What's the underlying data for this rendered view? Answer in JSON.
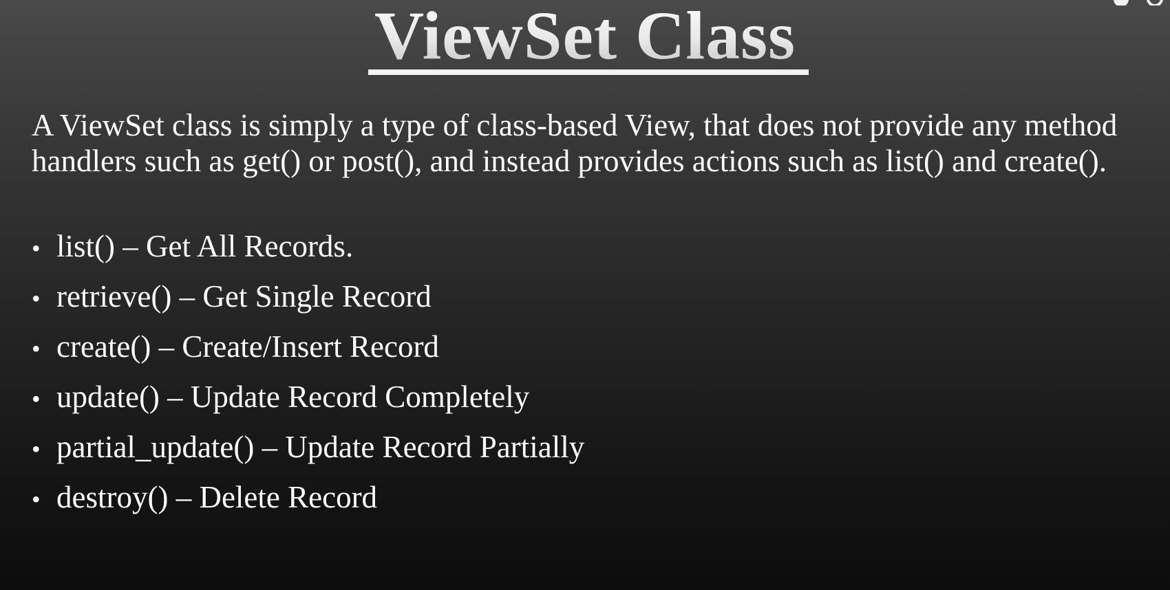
{
  "slide": {
    "title": "ViewSet Class",
    "intro": "A ViewSet class is simply a type of class-based View, that does not provide any method handlers such as get() or post(), and instead provides actions such as list() and create().",
    "bullet_symbol": "•",
    "bullets": [
      "list() – Get All Records.",
      "retrieve() – Get Single Record",
      "create() – Create/Insert Record",
      "update() – Update Record Completely",
      "partial_update() – Update Record Partially",
      "destroy() – Delete Record"
    ]
  },
  "colors": {
    "text": "#ffffff",
    "background_top": "#4a4a4a",
    "background_bottom": "#0c0c0c"
  }
}
